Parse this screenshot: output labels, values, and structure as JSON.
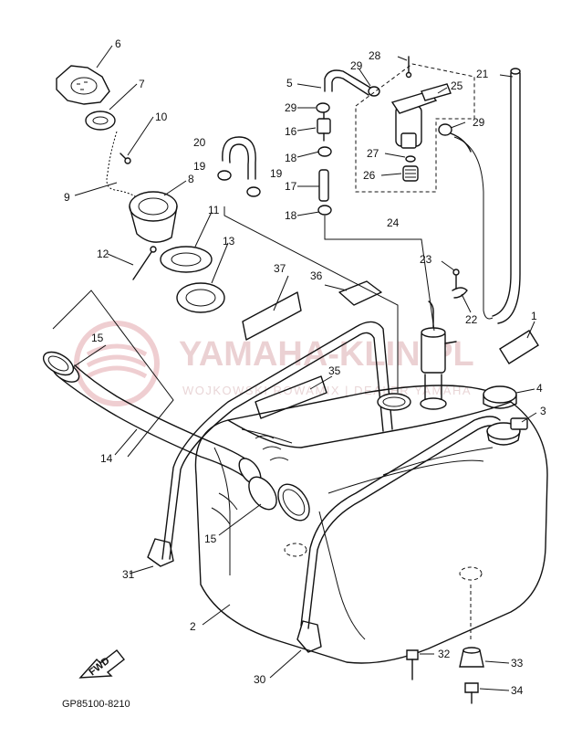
{
  "diagram": {
    "code": "GP85100-8210",
    "fwd_label": "FWD",
    "watermark": {
      "main": "YAMAHA-KLIN.PL",
      "sub": "WOJKOWSKI ROWAMIX | DEALER YAMAHA"
    }
  },
  "callouts": [
    {
      "id": "c1",
      "text": "1"
    },
    {
      "id": "c2",
      "text": "2"
    },
    {
      "id": "c3",
      "text": "3"
    },
    {
      "id": "c4",
      "text": "4"
    },
    {
      "id": "c5",
      "text": "5"
    },
    {
      "id": "c6",
      "text": "6"
    },
    {
      "id": "c7",
      "text": "7"
    },
    {
      "id": "c8",
      "text": "8"
    },
    {
      "id": "c9",
      "text": "9"
    },
    {
      "id": "c10",
      "text": "10"
    },
    {
      "id": "c11",
      "text": "11"
    },
    {
      "id": "c12",
      "text": "12"
    },
    {
      "id": "c13",
      "text": "13"
    },
    {
      "id": "c14",
      "text": "14"
    },
    {
      "id": "c15a",
      "text": "15"
    },
    {
      "id": "c15b",
      "text": "15"
    },
    {
      "id": "c16",
      "text": "16"
    },
    {
      "id": "c17",
      "text": "17"
    },
    {
      "id": "c18a",
      "text": "18"
    },
    {
      "id": "c18b",
      "text": "18"
    },
    {
      "id": "c19a",
      "text": "19"
    },
    {
      "id": "c19b",
      "text": "19"
    },
    {
      "id": "c20",
      "text": "20"
    },
    {
      "id": "c21",
      "text": "21"
    },
    {
      "id": "c22",
      "text": "22"
    },
    {
      "id": "c23",
      "text": "23"
    },
    {
      "id": "c24",
      "text": "24"
    },
    {
      "id": "c25",
      "text": "25"
    },
    {
      "id": "c26",
      "text": "26"
    },
    {
      "id": "c27",
      "text": "27"
    },
    {
      "id": "c28",
      "text": "28"
    },
    {
      "id": "c29a",
      "text": "29"
    },
    {
      "id": "c29b",
      "text": "29"
    },
    {
      "id": "c29c",
      "text": "29"
    },
    {
      "id": "c30",
      "text": "30"
    },
    {
      "id": "c31",
      "text": "31"
    },
    {
      "id": "c32",
      "text": "32"
    },
    {
      "id": "c33",
      "text": "33"
    },
    {
      "id": "c34",
      "text": "34"
    },
    {
      "id": "c35",
      "text": "35"
    },
    {
      "id": "c36",
      "text": "36"
    },
    {
      "id": "c37",
      "text": "37"
    }
  ]
}
